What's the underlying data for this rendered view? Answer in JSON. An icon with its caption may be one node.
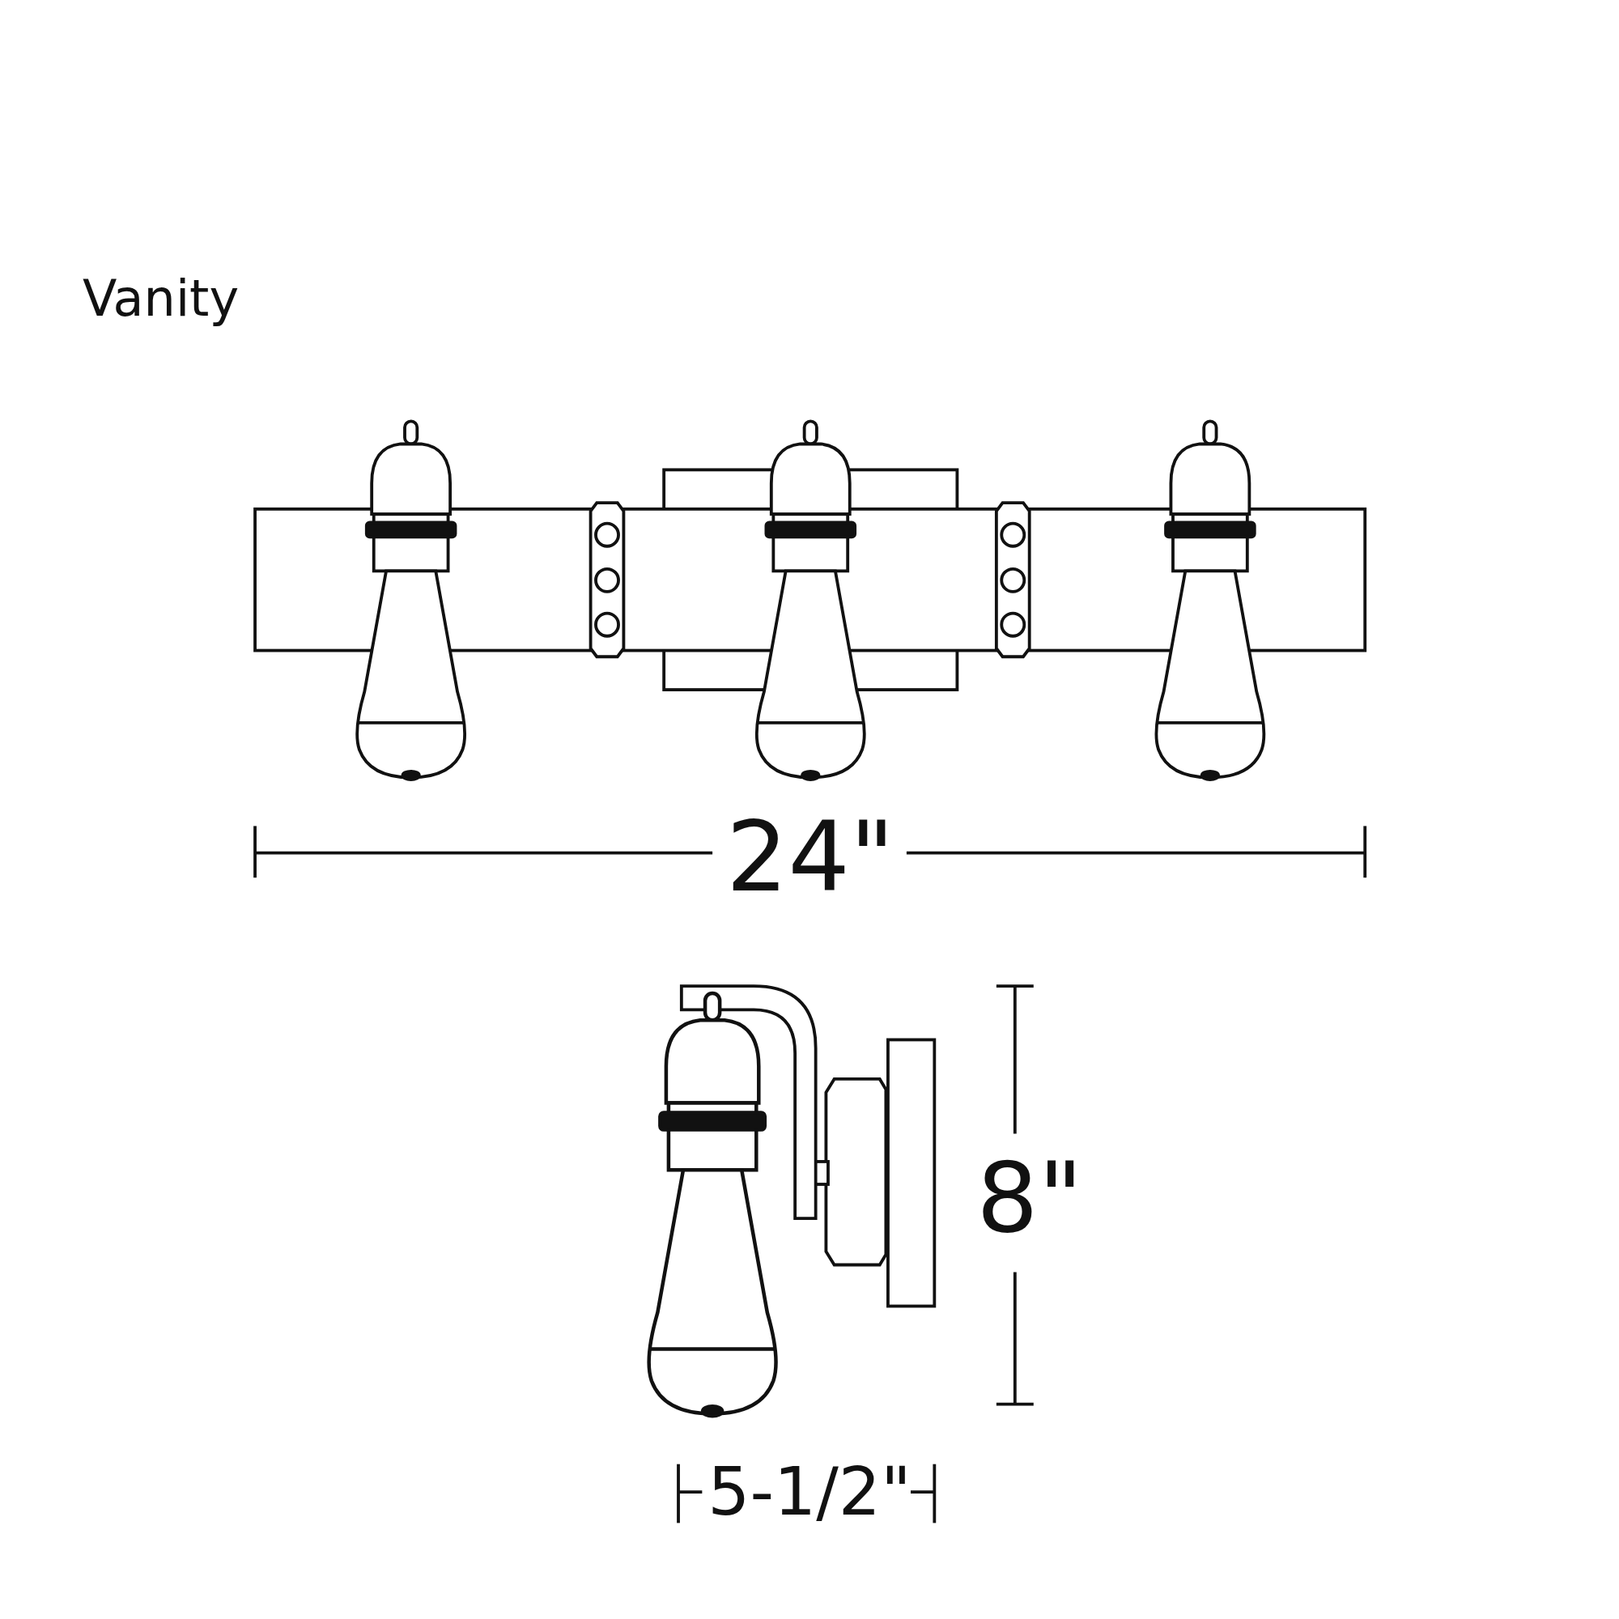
{
  "diagram": {
    "title": "Vanity",
    "labels": [
      "24\"",
      "8\"",
      "5-1/2\""
    ]
  }
}
